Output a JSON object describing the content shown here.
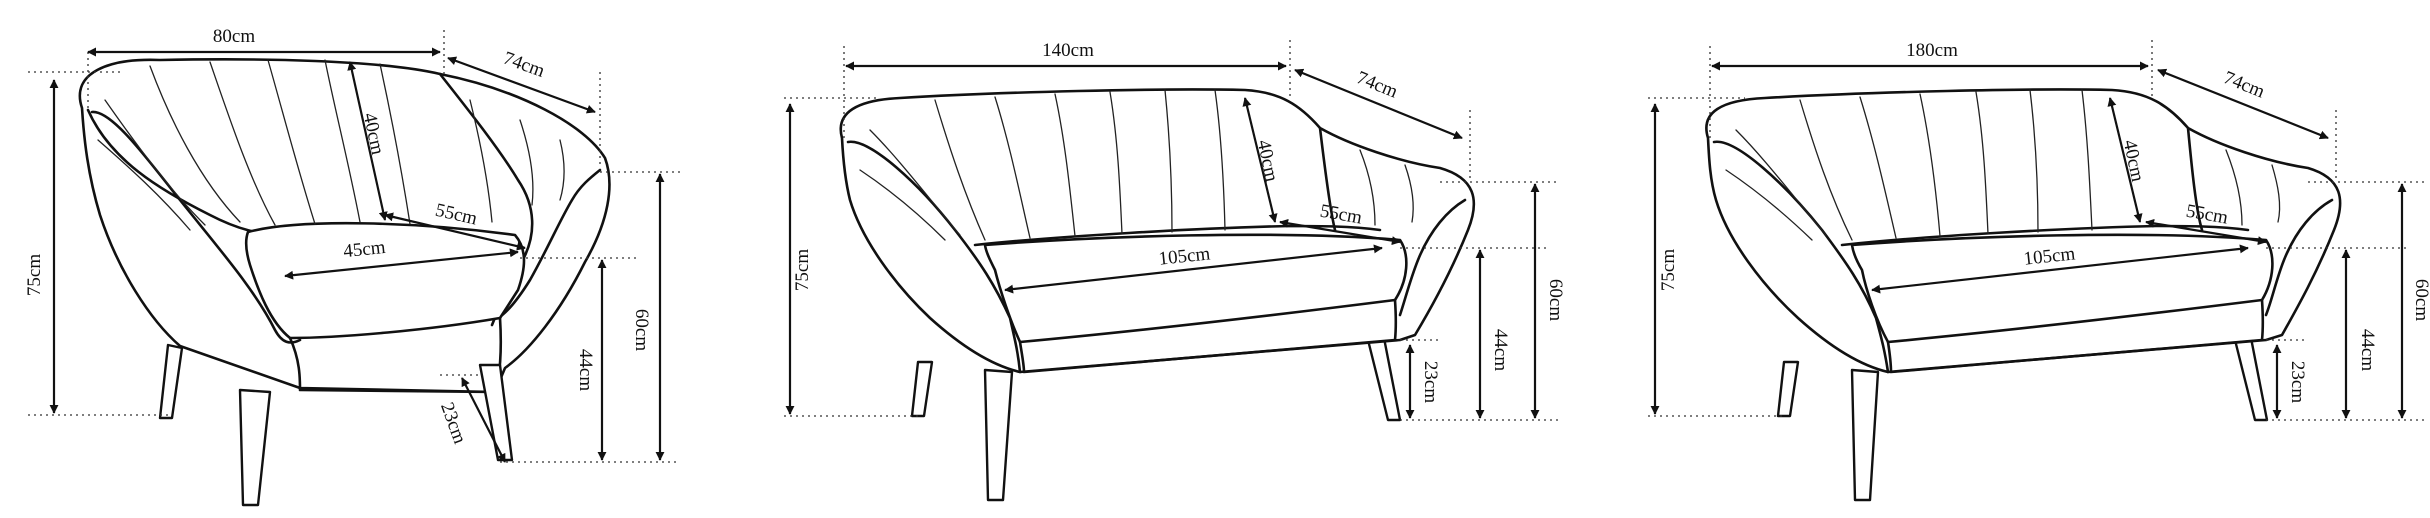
{
  "figures": [
    {
      "name": "armchair",
      "labels": {
        "width": "80cm",
        "depth": "74cm",
        "back_height": "40cm",
        "seat_depth": "55cm",
        "seat_width": "45cm",
        "total_height": "75cm",
        "arm_height": "60cm",
        "seat_height": "44cm",
        "leg_height": "23cm"
      }
    },
    {
      "name": "sofa-140",
      "labels": {
        "width": "140cm",
        "depth": "74cm",
        "back_height": "40cm",
        "seat_depth": "55cm",
        "seat_width": "105cm",
        "total_height": "75cm",
        "arm_height": "60cm",
        "seat_height": "44cm",
        "leg_height": "23cm"
      }
    },
    {
      "name": "sofa-180",
      "labels": {
        "width": "180cm",
        "depth": "74cm",
        "back_height": "40cm",
        "seat_depth": "55cm",
        "seat_width": "105cm",
        "total_height": "75cm",
        "arm_height": "60cm",
        "seat_height": "44cm",
        "leg_height": "23cm"
      }
    }
  ],
  "arrow_marker": "arrow-head-icon"
}
